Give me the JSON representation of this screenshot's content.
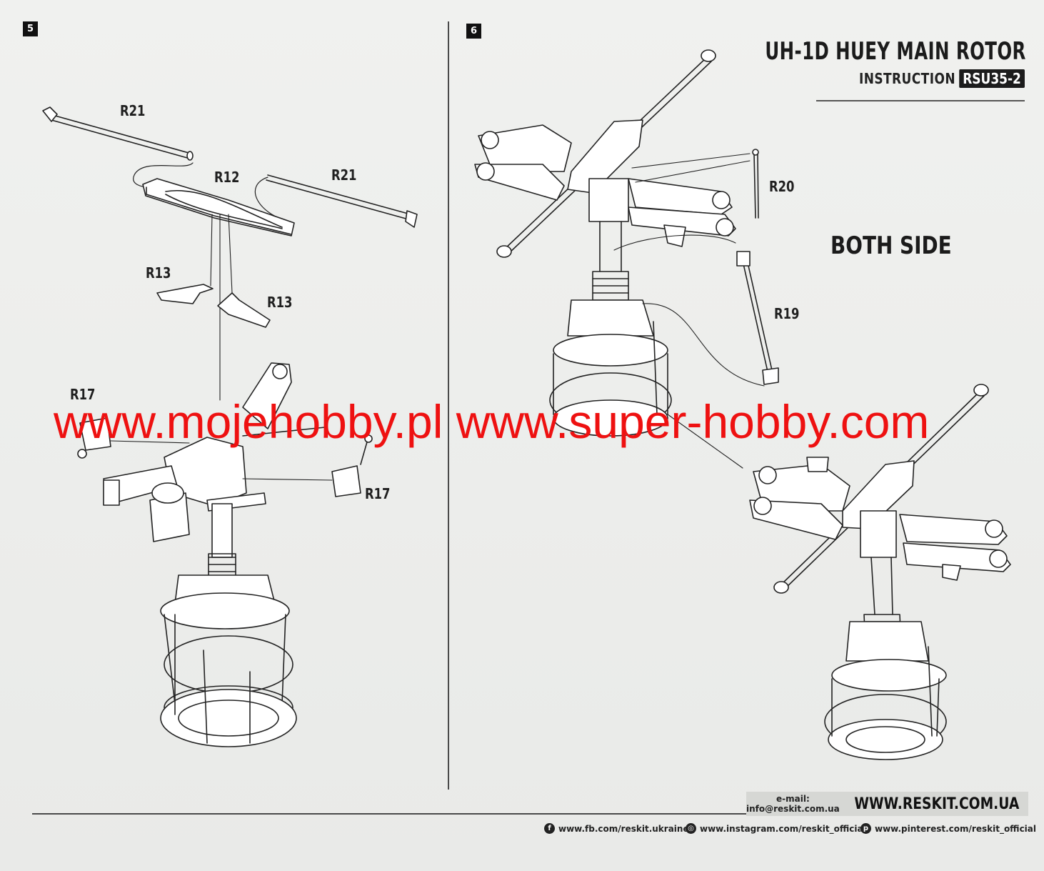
{
  "header": {
    "title": "UH-1D HUEY MAIN ROTOR",
    "instruction": "INSTRUCTION",
    "code": "RSU35-2"
  },
  "steps": {
    "left": "5",
    "right": "6"
  },
  "labels": {
    "r21_a": "R21",
    "r12": "R12",
    "r21_b": "R21",
    "r13_a": "R13",
    "r13_b": "R13",
    "r17_a": "R17",
    "r17_b": "R17",
    "r20": "R20",
    "r19": "R19",
    "both_side": "BOTH SIDE"
  },
  "watermark": "www.mojehobby.pl www.super-hobby.com",
  "footer": {
    "email": "e-mail: info@reskit.com.ua",
    "website": "WWW.RESKIT.COM.UA",
    "facebook": "www.fb.com/reskit.ukraine",
    "instagram": "www.instagram.com/reskit_official",
    "pinterest": "www.pinterest.com/reskit_official"
  }
}
